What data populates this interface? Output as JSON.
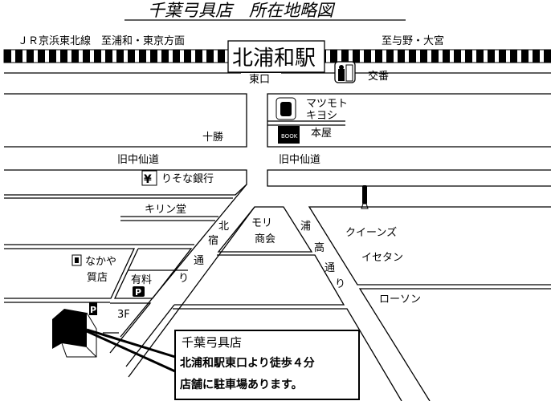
{
  "title": "千葉弓具店　所在地略図",
  "railway": {
    "line_label": "ＪＲ京浜東北線　至浦和・東京方面",
    "direction_right": "至与野・大宮",
    "station": "北浦和駅",
    "exit": "東口",
    "police_box": "交番"
  },
  "landmarks": {
    "matsumoto_line1": "マツモト",
    "matsumoto_line2": "キヨシ",
    "bookstore": "本屋",
    "book_icon_text": "BOOK",
    "tokachi": "十勝",
    "kyu_nakasendo_left": "旧中仙道",
    "kyu_nakasendo_right": "旧中仙道",
    "resona": "りそな銀行",
    "kirindo": "キリン堂",
    "mori_line1": "モリ",
    "mori_line2": "商会",
    "queens": "クイーンズ",
    "isetan": "イセタン",
    "lawson": "ローソン",
    "nakaya_line1": "なかや",
    "nakaya_line2": "質店",
    "paid_parking": "有料",
    "parking_symbol": "P",
    "store_parking_symbol": "P",
    "floor": "3F"
  },
  "roads": {
    "kitajuku": [
      "北",
      "宿",
      "通",
      "り"
    ],
    "urawa_ko": [
      "浦",
      "高",
      "通",
      "り"
    ]
  },
  "info_box": {
    "name": "千葉弓具店",
    "walk": "北浦和駅東口より徒歩４分",
    "parking": "店舗に駐車場あります。"
  }
}
